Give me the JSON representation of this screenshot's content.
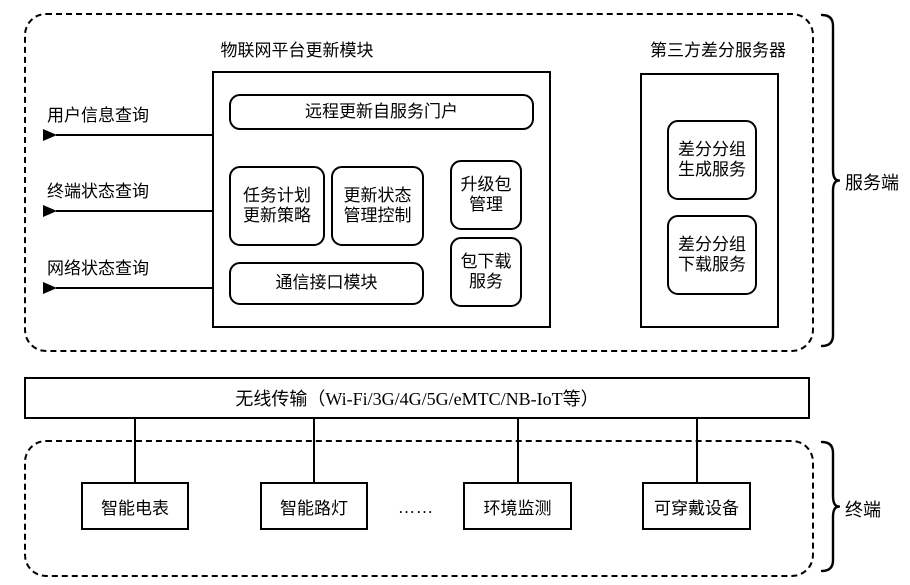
{
  "diagram": {
    "title": "物联网平台更新模块",
    "groups": {
      "server": {
        "brace_label": "服务端",
        "platform": {
          "title": "物联网平台更新模块",
          "portal": "远程更新自服务门户",
          "modules": [
            {
              "name": "task-plan-update-policy",
              "line1": "任务计划",
              "line2": "更新策略"
            },
            {
              "name": "update-status-management-control",
              "line1": "更新状态",
              "line2": "管理控制"
            },
            {
              "name": "upgrade-package-management",
              "line1": "升级包",
              "line2": "管理"
            },
            {
              "name": "package-download-service",
              "line1": "包下载",
              "line2": "服务"
            }
          ],
          "comm_interface": "通信接口模块"
        },
        "third_party": {
          "title": "第三方差分服务器",
          "services": [
            {
              "name": "diff-group-generation-service",
              "line1": "差分分组",
              "line2": "生成服务"
            },
            {
              "name": "diff-group-download-service",
              "line1": "差分分组",
              "line2": "下载服务"
            }
          ]
        },
        "queries": [
          {
            "name": "user-info-query",
            "label": "用户信息查询"
          },
          {
            "name": "terminal-status-query",
            "label": "终端状态查询"
          },
          {
            "name": "network-status-query",
            "label": "网络状态查询"
          }
        ]
      },
      "transport": {
        "label": "无线传输（Wi-Fi/3G/4G/5G/eMTC/NB-IoT等）"
      },
      "terminal": {
        "brace_label": "终端",
        "ellipsis": "……",
        "devices": [
          {
            "name": "smart-meter",
            "label": "智能电表"
          },
          {
            "name": "smart-streetlight",
            "label": "智能路灯"
          },
          {
            "name": "environment-monitoring",
            "label": "环境监测"
          },
          {
            "name": "wearable-device",
            "label": "可穿戴设备"
          }
        ]
      }
    },
    "colors": {
      "stroke": "#000000",
      "background": "#ffffff"
    }
  }
}
